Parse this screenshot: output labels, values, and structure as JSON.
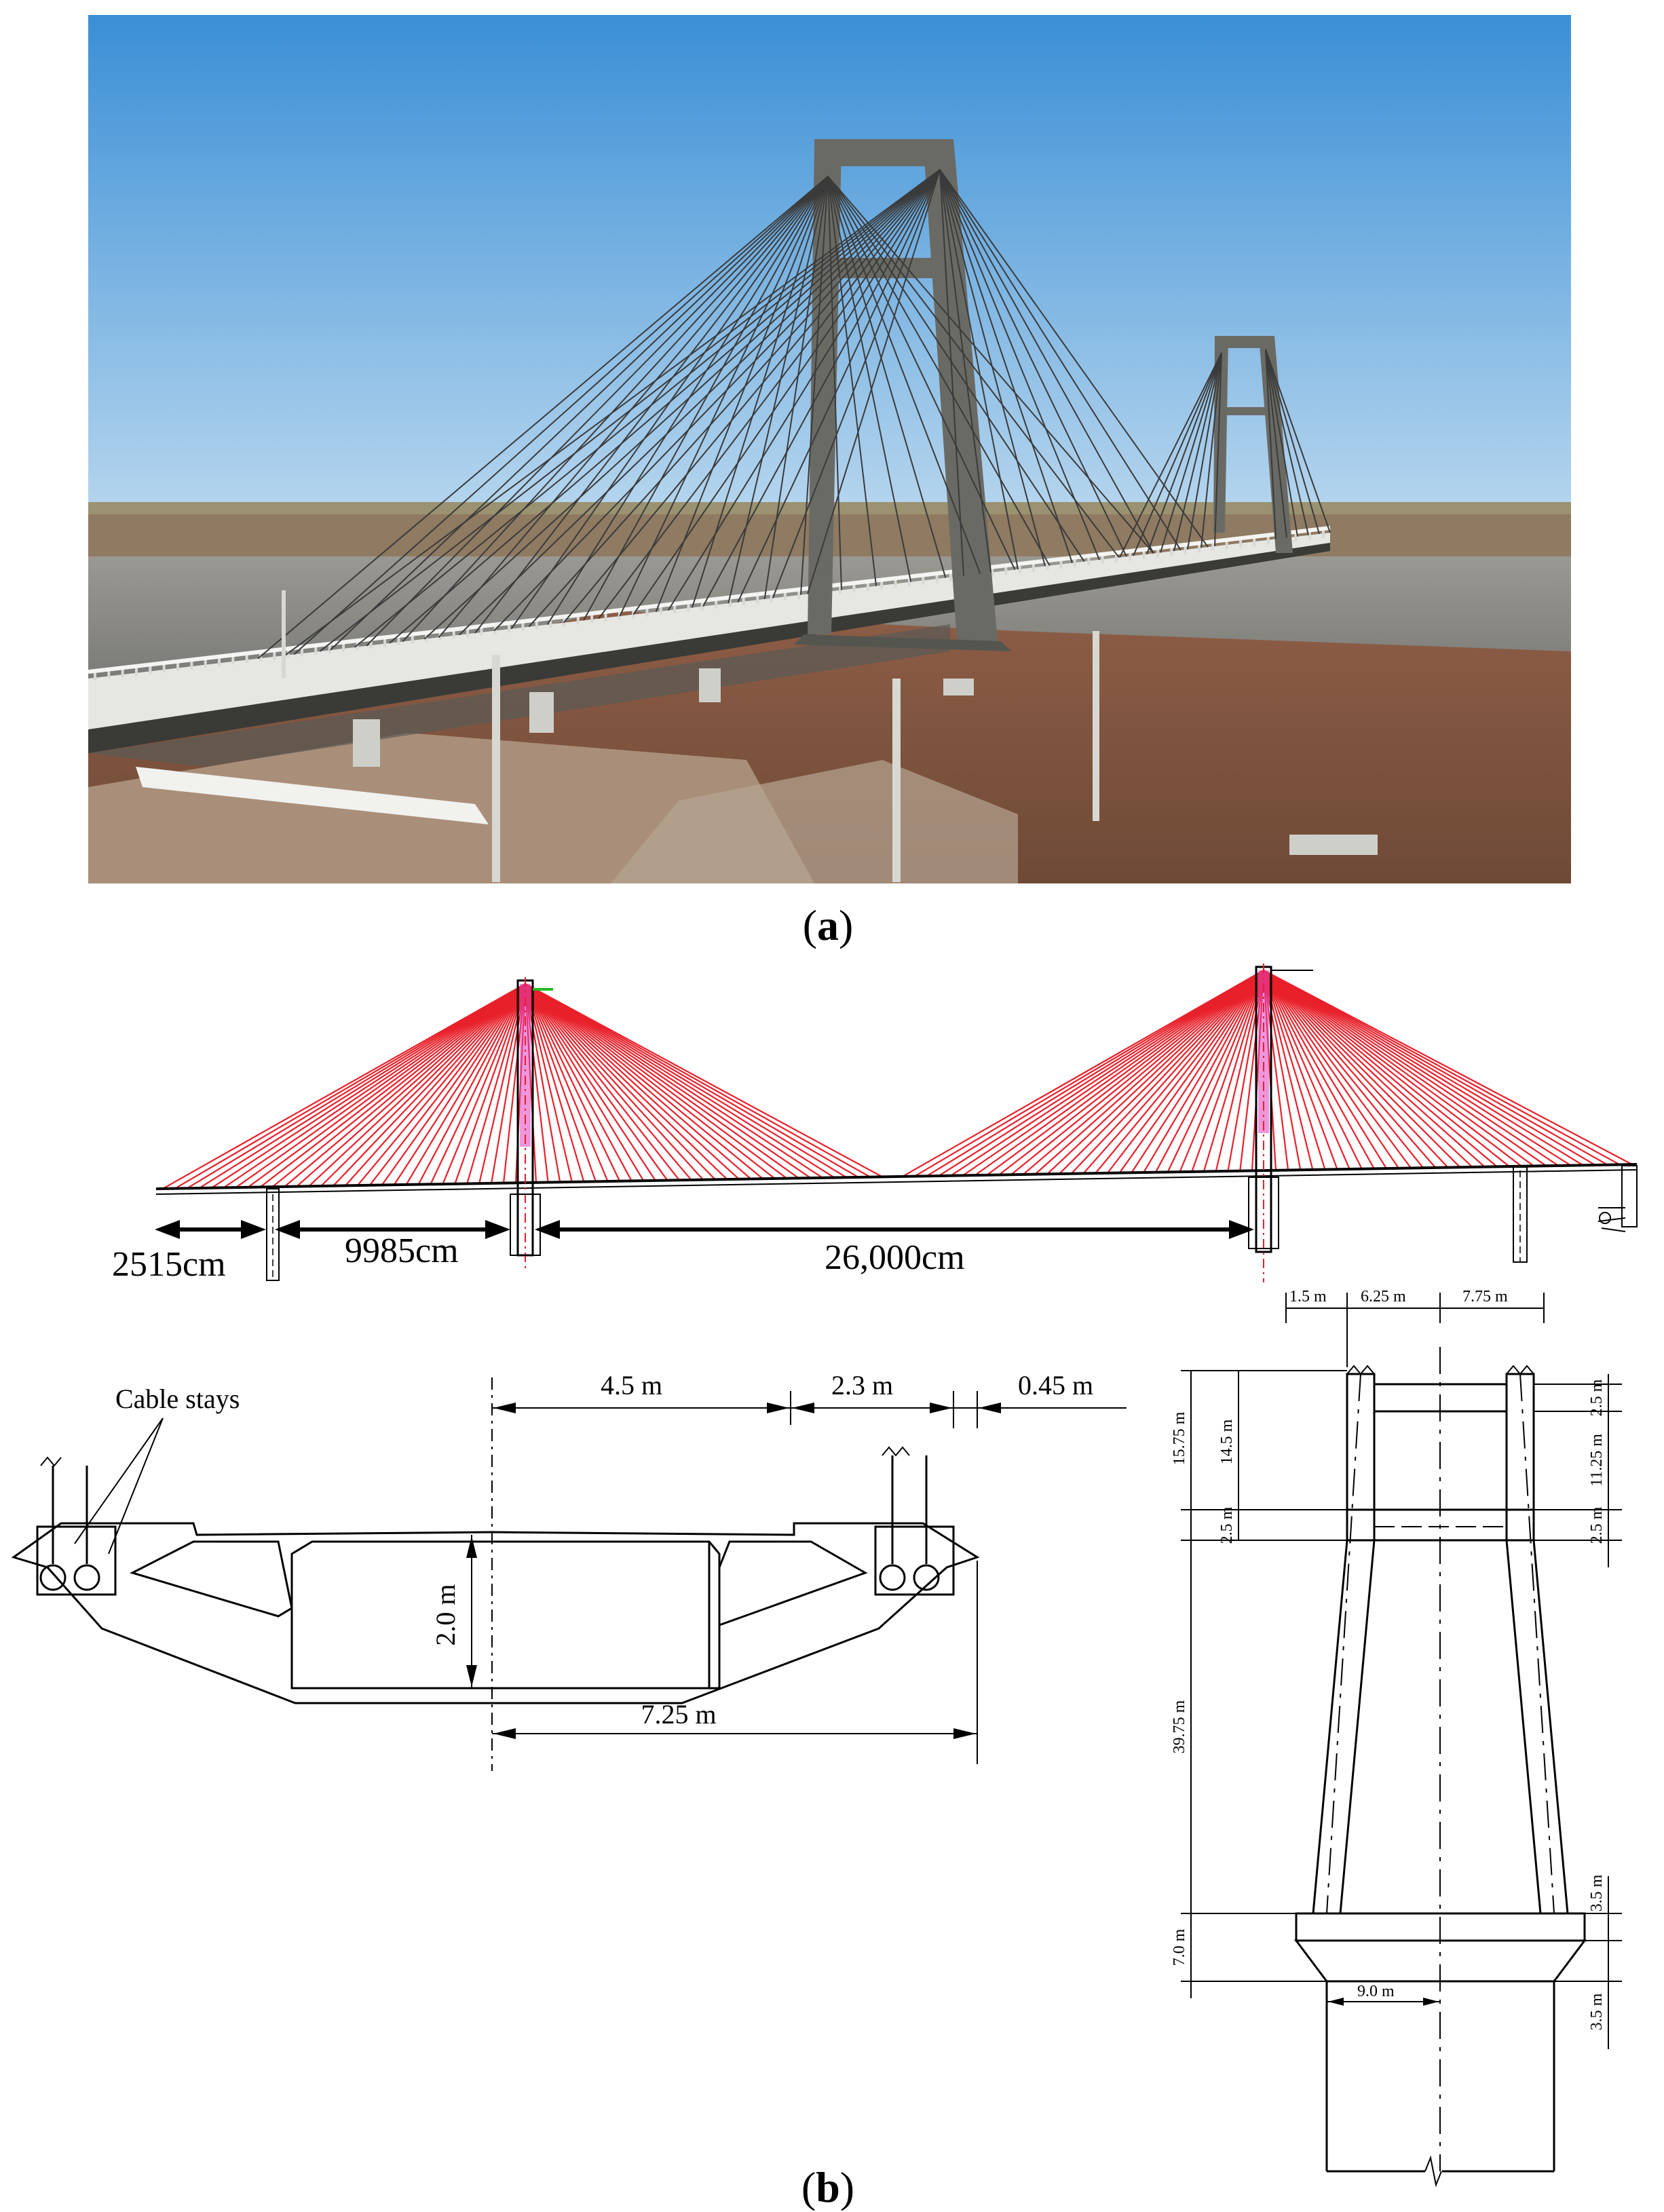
{
  "panels": {
    "a": {
      "label_open": "(",
      "letter": "a",
      "label_close": ")"
    },
    "b": {
      "label_open": "(",
      "letter": "b",
      "label_close": ")"
    }
  },
  "elevation": {
    "dims": {
      "d1": "2515cm",
      "d2": "9985cm",
      "d3": "26,000cm"
    }
  },
  "deck_section": {
    "callout": "Cable stays",
    "dims": {
      "top_a": "4.5 m",
      "top_b": "2.3 m",
      "top_c": "0.45 m",
      "depth": "2.0 m",
      "bottom": "7.25 m"
    }
  },
  "tower": {
    "dims": {
      "w1": "1.5 m",
      "w2": "6.25 m",
      "w3": "7.75 m",
      "h_total_upper": "15.75 m",
      "h_col": "14.5 m",
      "h_beam_bot_left": "2.5 m",
      "h_top_beam": "2.5 m",
      "h_between": "11.25 m",
      "h_beam_bot_right": "2.5 m",
      "h_legs": "39.75 m",
      "h_base": "7.0 m",
      "h_cap_upper": "3.5 m",
      "h_cap_lower": "3.5 m",
      "base_width": "9.0 m"
    }
  },
  "colors": {
    "sky_top": "#3a8fd6",
    "sky_horizon": "#b7d6ee",
    "water": "#8a8a86",
    "ground": "#8a5a43",
    "concrete": "#6e6e68",
    "cable_red": "#e8202a",
    "line": "#000000"
  }
}
